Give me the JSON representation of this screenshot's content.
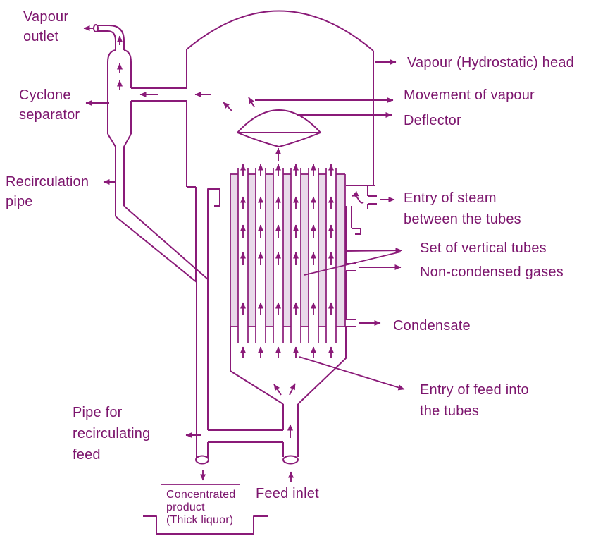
{
  "theme": {
    "line_color": "#8a1a78",
    "text_color": "#7c156d",
    "shade_color": "#e9daea",
    "background": "#ffffff"
  },
  "diagram": {
    "subject": "Evaporator with vertical tube bundle (calandria) and cyclone separator",
    "labels": {
      "vapour_outlet": {
        "lines": [
          "Vapour",
          "outlet"
        ]
      },
      "cyclone_separator": {
        "lines": [
          "Cyclone",
          "separator"
        ]
      },
      "recirculation_pipe": {
        "lines": [
          "Recirculation",
          "pipe"
        ]
      },
      "pipe_for_recirculating_feed": {
        "lines": [
          "Pipe for",
          "recirculating",
          "feed"
        ]
      },
      "concentrated_product": {
        "lines": [
          "Concentrated",
          "product",
          "(Thick liquor)"
        ]
      },
      "feed_inlet": {
        "lines": [
          "Feed inlet"
        ]
      },
      "vapour_head": {
        "lines": [
          "Vapour (Hydrostatic) head"
        ]
      },
      "movement_of_vapour": {
        "lines": [
          "Movement of vapour"
        ]
      },
      "deflector": {
        "lines": [
          "Deflector"
        ]
      },
      "entry_of_steam": {
        "lines": [
          "Entry of steam",
          "between the tubes"
        ]
      },
      "set_of_vertical_tubes": {
        "lines": [
          "Set of vertical tubes"
        ]
      },
      "non_condensed_gases": {
        "lines": [
          "Non-condensed gases"
        ]
      },
      "condensate": {
        "lines": [
          "Condensate"
        ]
      },
      "entry_of_feed": {
        "lines": [
          "Entry of feed into",
          "the tubes"
        ]
      }
    }
  }
}
